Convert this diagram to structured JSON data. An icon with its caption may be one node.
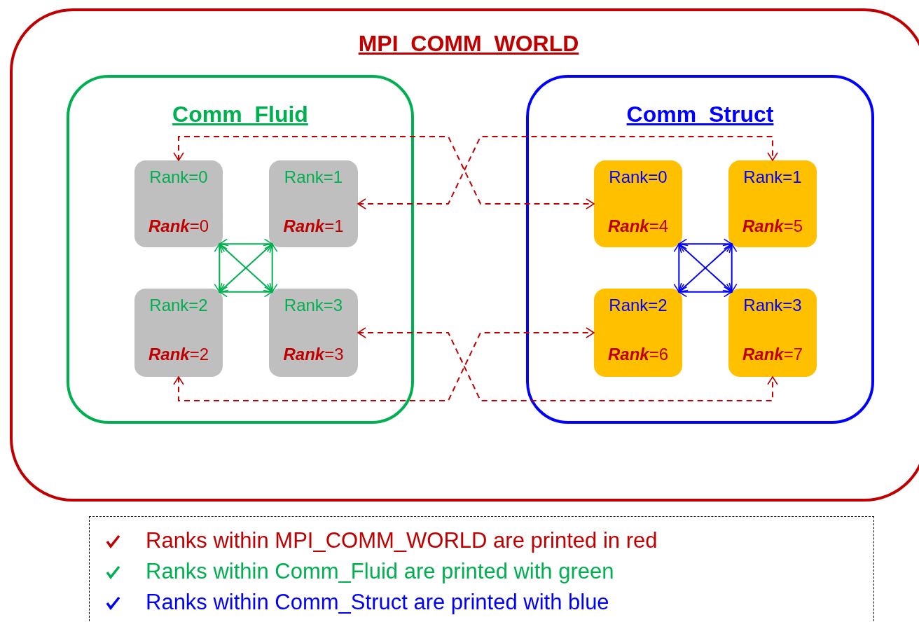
{
  "diagram": {
    "nodes": [
      {
        "text": [
          "MPI_COMM_WORLD"
        ]
      },
      {
        "text": [
          "Comm_Fluid"
        ],
        "in": 0
      },
      {
        "text": [
          "Rank=0",
          "**Rank**=0"
        ],
        "in": 1
      },
      {
        "text": [
          "Rank=1",
          "**Rank**=1"
        ],
        "in": 1
      },
      {
        "text": [
          "Rank=2",
          "**Rank**=2"
        ],
        "in": 1
      },
      {
        "text": [
          "Rank=3",
          "**Rank**=3"
        ],
        "in": 1
      },
      {
        "text": [
          "Comm_Struct"
        ],
        "in": 0
      },
      {
        "text": [
          "Rank=0",
          "**Rank**=4"
        ],
        "in": 6
      },
      {
        "text": [
          "Rank=1",
          "**Rank**=5"
        ],
        "in": 6
      },
      {
        "text": [
          "Rank=2",
          "**Rank**=6"
        ],
        "in": 6
      },
      {
        "text": [
          "Rank=3",
          "**Rank**=7"
        ],
        "in": 6
      }
    ],
    "edges": [
      {
        "from": 2,
        "to": 7,
        "arrow": "both",
        "style": "dashed",
        "color": "#c00000"
      },
      {
        "from": 3,
        "to": 8,
        "arrow": "both",
        "style": "dashed",
        "color": "#c00000"
      },
      {
        "from": 4,
        "to": 9,
        "arrow": "both",
        "style": "dashed",
        "color": "#c00000"
      },
      {
        "from": 5,
        "to": 10,
        "arrow": "both",
        "style": "dashed",
        "color": "#c00000"
      },
      {
        "from": 2,
        "to": 3,
        "arrow": "both",
        "color": "#00b050"
      },
      {
        "from": 2,
        "to": 4,
        "arrow": "both",
        "color": "#00b050"
      },
      {
        "from": 2,
        "to": 5,
        "arrow": "both",
        "color": "#00b050"
      },
      {
        "from": 3,
        "to": 4,
        "arrow": "both",
        "color": "#00b050"
      },
      {
        "from": 3,
        "to": 5,
        "arrow": "both",
        "color": "#00b050"
      },
      {
        "from": 4,
        "to": 5,
        "arrow": "both",
        "color": "#00b050"
      },
      {
        "from": 7,
        "to": 8,
        "arrow": "both",
        "color": "#0000ff"
      },
      {
        "from": 7,
        "to": 9,
        "arrow": "both",
        "color": "#0000ff"
      },
      {
        "from": 7,
        "to": 10,
        "arrow": "both",
        "color": "#0000ff"
      },
      {
        "from": 8,
        "to": 9,
        "arrow": "both",
        "color": "#0000ff"
      },
      {
        "from": 8,
        "to": 10,
        "arrow": "both",
        "color": "#0000ff"
      },
      {
        "from": 9,
        "to": 10,
        "arrow": "both",
        "color": "#0000ff"
      }
    ],
    "legend": [
      {
        "text": "Ranks within MPI_COMM_WORLD are printed in red",
        "color": "#c00000"
      },
      {
        "text": "Ranks within Comm_Fluid are printed with green",
        "color": "#00b050"
      },
      {
        "text": "Ranks within Comm_Struct are printed with blue",
        "color": "#0000ff"
      }
    ]
  }
}
